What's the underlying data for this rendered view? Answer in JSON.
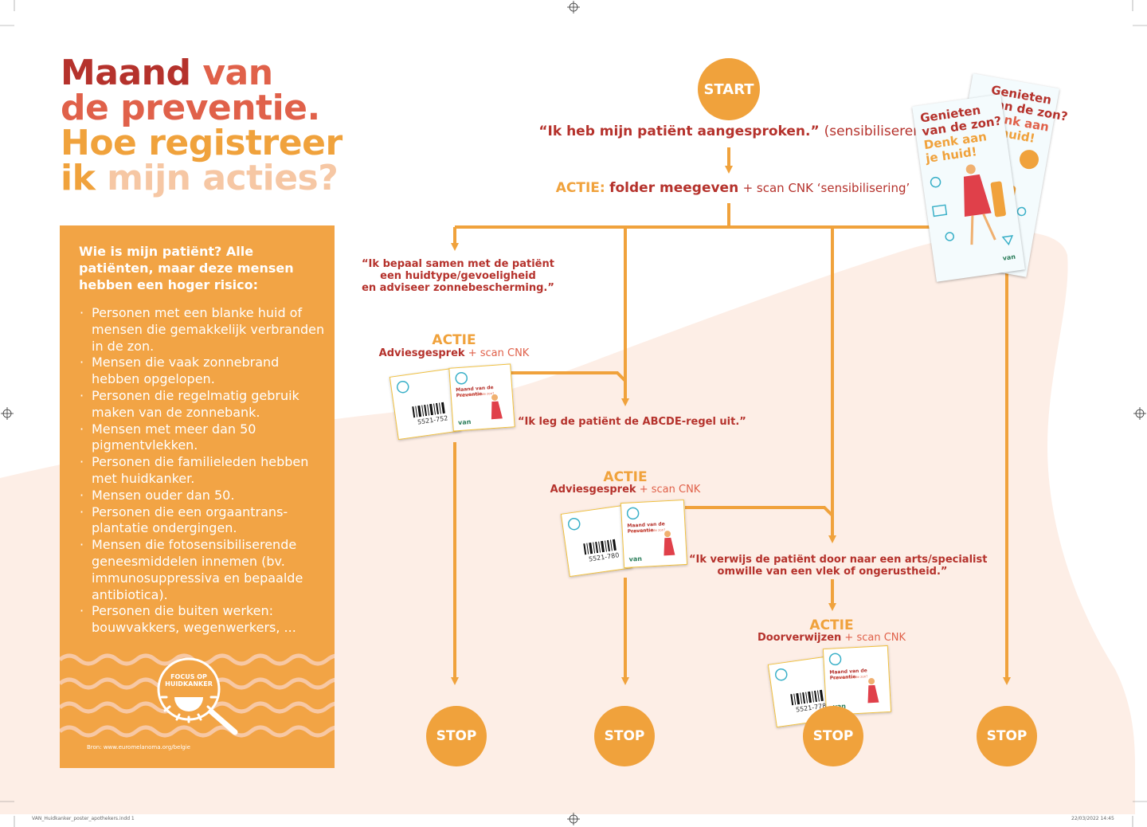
{
  "title": {
    "l1a": "Maand",
    "l1b": "van",
    "l2": "de preventie.",
    "l3": "Hoe registreer",
    "l4a": "ik",
    "l4b": "mijn acties?"
  },
  "panel": {
    "heading": "Wie is mijn patiënt? Alle patiënten, maar deze mensen hebben een hoger risico:",
    "items": [
      "Personen met een blanke huid of mensen die gemakkelijk verbranden in de zon.",
      "Mensen die vaak zonnebrand hebben opgelopen.",
      "Personen die regelmatig gebruik maken van de zonnebank.",
      "Mensen met meer dan 50 pigmentvlekken.",
      "Personen die familieleden hebben met huidkanker.",
      "Mensen ouder dan 50.",
      "Personen die een orgaantrans-plantatie ondergingen.",
      "Mensen die fotosensibiliserende geneesmiddelen innemen (bv. immunosuppressiva en bepaalde antibiotica).",
      "Personen die buiten werken: bouwvakkers, wegenwerkers, ..."
    ],
    "badge_line1": "FOCUS OP",
    "badge_line2": "HUIDKANKER",
    "source": "Bron: www.euromelanoma.org/belgie"
  },
  "flow": {
    "start": "START",
    "quote_main": "“Ik heb mijn patiënt aangesproken.”",
    "quote_main_suffix": "(sensibiliseren)",
    "actie_main_label": "ACTIE:",
    "actie_main_text": "folder meegeven",
    "actie_main_plus": "+ scan CNK ‘sensibilisering’",
    "q1": [
      "“Ik bepaal samen met de patiënt",
      "een huidtype/gevoeligheid",
      "en adviseer zonnebescherming.”"
    ],
    "q2": "“Ik leg de patiënt de ABCDE-regel uit.”",
    "q3": [
      "“Ik verwijs de patiënt door naar een arts/specialist",
      "omwille van een vlek of ongerustheid.”"
    ],
    "actie": "ACTIE",
    "a1_bold": "Adviesgesprek",
    "a1_plus": "+ scan CNK",
    "a2_bold": "Adviesgesprek",
    "a2_plus": "+ scan CNK",
    "a3_bold": "Doorverwijzen",
    "a3_plus": "+ scan CNK",
    "stop": "STOP"
  },
  "flyer": {
    "front_l1": "Genieten",
    "front_l2": "van de zon?",
    "front_l3": "Denk aan",
    "front_l4": "je huid!",
    "back_l1": "Genieten",
    "back_l2": "van de zon?",
    "back_l3": "Denk aan",
    "back_l4": "je huid!",
    "logo": "van"
  },
  "cards": {
    "title": "Maand van de Preventie",
    "subtitle": "Genieten van de zon?",
    "logo": "van",
    "barcode1": "5521-752",
    "barcode2": "5521-780",
    "barcode3": "5521-778"
  },
  "footer": {
    "file": "VAN_Huidkanker_poster_apothekers.indd   1",
    "date": "22/03/2022   14:45"
  },
  "colors": {
    "orange": "#f0a23c",
    "red": "#b5322c",
    "coral": "#e0614a",
    "peach_bg": "#fdeee6"
  }
}
